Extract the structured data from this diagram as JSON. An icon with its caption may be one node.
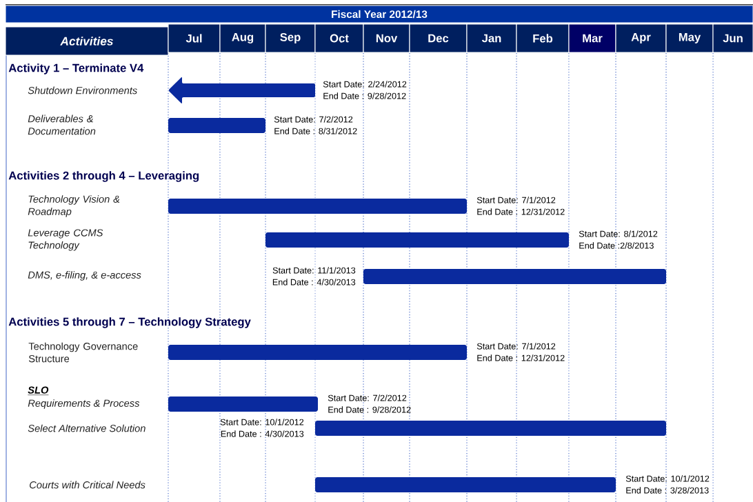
{
  "diagram": {
    "nodes": [
      {
        "text": [
          "Fiscal Year 2012/13"
        ]
      },
      {
        "text": [
          "Activities"
        ]
      },
      {
        "text": [
          "Jul"
        ]
      },
      {
        "text": [
          "Aug"
        ]
      },
      {
        "text": [
          "Sep"
        ]
      },
      {
        "text": [
          "Oct"
        ]
      },
      {
        "text": [
          "Nov"
        ]
      },
      {
        "text": [
          "Dec"
        ]
      },
      {
        "text": [
          "Jan"
        ]
      },
      {
        "text": [
          "Feb"
        ]
      },
      {
        "text": [
          "Mar"
        ]
      },
      {
        "text": [
          "Apr"
        ]
      },
      {
        "text": [
          "May"
        ]
      },
      {
        "text": [
          "Jun"
        ]
      },
      {
        "text": [],
        "shape": "arrow",
        "beside": [
          "Start Date: 2/24/2012",
          "End Date : 9/28/2012"
        ]
      },
      {
        "text": [],
        "shape": "bar",
        "beside": [
          "Start Date: 7/2/2012",
          "End Date : 8/31/2012"
        ]
      },
      {
        "text": [],
        "shape": "bar",
        "beside": [
          "Start Date: 7/1/2012",
          "End Date : 12/31/2012"
        ]
      },
      {
        "text": [],
        "shape": "bar",
        "beside": [
          "Start Date: 8/1/2012",
          "End Date :2/8/2013"
        ]
      },
      {
        "text": [],
        "shape": "bar",
        "beside": [
          "Start Date: 11/1/2013",
          "End Date : 4/30/2013"
        ]
      },
      {
        "text": [],
        "shape": "bar",
        "beside": [
          "Start Date: 7/1/2012",
          "End Date : 12/31/2012"
        ]
      },
      {
        "text": [],
        "shape": "bar",
        "beside": [
          "Start Date: 7/2/2012",
          "End Date : 9/28/2012"
        ]
      },
      {
        "text": [],
        "shape": "bar",
        "beside": [
          "Start Date: 10/1/2012",
          "End Date : 4/30/2013"
        ]
      },
      {
        "text": [],
        "shape": "bar",
        "beside": [
          "Start Date: 10/1/2012",
          "End Date : 3/28/2013"
        ]
      }
    ],
    "labels": [
      "Activity 1 – Terminate V4",
      "Shutdown Environments",
      "Deliverables & Documentation",
      "Activities 2 through 4 – Leveraging",
      "Technology Vision & Roadmap",
      "Leverage CCMS Technology",
      "DMS, e-filing, & e-access",
      "Activities 5 through 7 – Technology Strategy",
      "Technology Governance Structure",
      "SLO",
      "Requirements & Process",
      "Select Alternative Solution",
      "Courts with Critical Needs"
    ]
  }
}
